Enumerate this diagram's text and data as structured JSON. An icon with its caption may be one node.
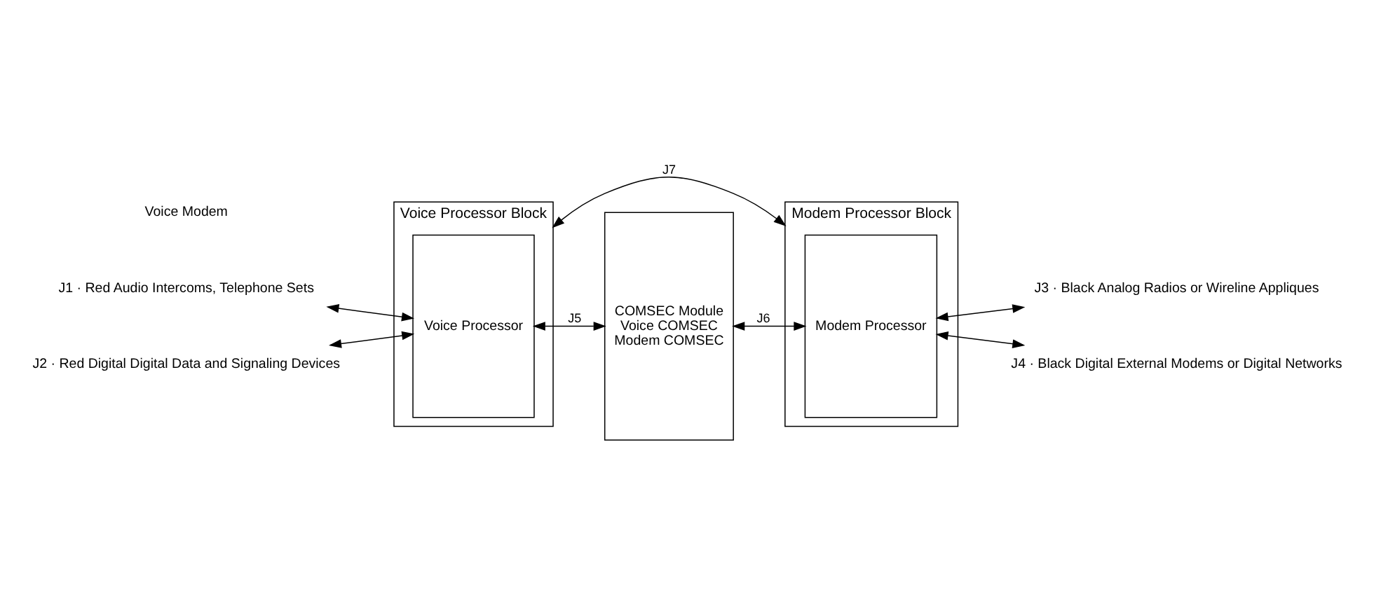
{
  "diagram": {
    "nodes": [
      {
        "text": [
          "Voice Processor Block"
        ]
      },
      {
        "text": [
          "Modem Processor Block"
        ]
      },
      {
        "text": [
          "Voice Processor"
        ],
        "in": 0
      },
      {
        "text": [
          "COMSEC Module",
          "Voice COMSEC",
          "Modem COMSEC"
        ]
      },
      {
        "text": [
          "Modem Processor"
        ],
        "in": 1
      },
      {
        "text": [
          "J1 · Red Audio Intercoms, Telephone Sets"
        ]
      },
      {
        "text": [
          "J2 · Red Digital Digital Data and Signaling Devices"
        ]
      },
      {
        "text": [
          "J3 · Black Analog Radios or Wireline Appliques"
        ]
      },
      {
        "text": [
          "J4 · Black Digital External Modems or Digital Networks"
        ]
      }
    ],
    "edges": [
      {
        "from": 5,
        "to": 2,
        "arrow": "both"
      },
      {
        "from": 6,
        "to": 2,
        "arrow": "both"
      },
      {
        "from": 0,
        "to": 1,
        "arrow": "both",
        "label": "J7"
      },
      {
        "from": 2,
        "to": 3,
        "arrow": "both",
        "label": "J5"
      },
      {
        "from": 3,
        "to": 4,
        "arrow": "both",
        "label": "J6"
      },
      {
        "from": 4,
        "to": 7,
        "arrow": "both"
      },
      {
        "from": 4,
        "to": 8,
        "arrow": "both"
      }
    ],
    "labels": [
      "Voice Modem"
    ]
  }
}
